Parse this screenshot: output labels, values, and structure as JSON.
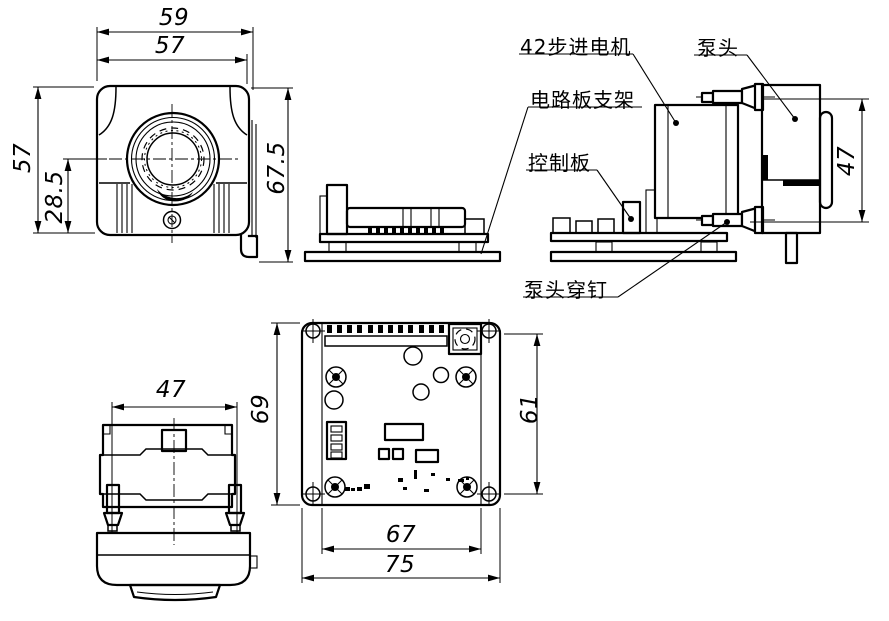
{
  "drawing": {
    "colors": {
      "line": "#000000",
      "background": "#ffffff"
    },
    "views": {
      "front": {
        "dim_width_outer": "59",
        "dim_width_inner": "57",
        "dim_height": "57",
        "dim_center_to_base": "28.5",
        "dim_total_height": "67.5"
      },
      "side_assembly": {
        "dim_pump_head_ports": "47"
      },
      "pump_top": {
        "dim_port_spacing": "47"
      },
      "pcb_bottom": {
        "dim_board_height": "69",
        "dim_hole_height": "61",
        "dim_hole_width": "67",
        "dim_board_width": "75"
      }
    },
    "callouts": {
      "stepper_motor": "42步进电机",
      "circuit_board_bracket": "电路板支架",
      "control_board": "控制板",
      "pump_head": "泵头",
      "pump_head_pin": "泵头穿钉"
    }
  }
}
